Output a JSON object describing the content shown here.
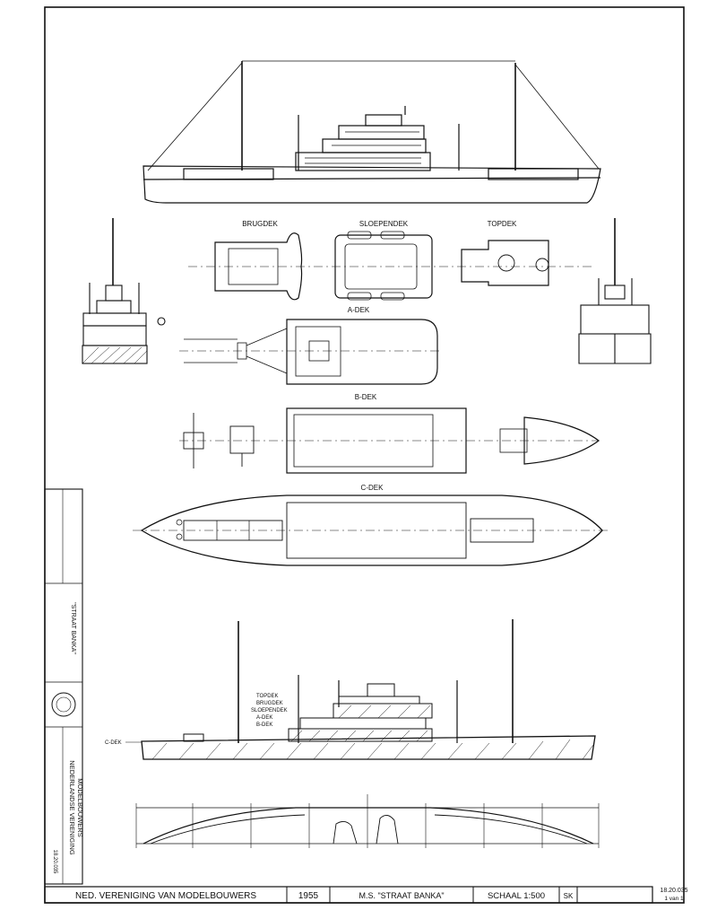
{
  "sheet": {
    "views": {
      "bridge_deck": "BRUGDEK",
      "sloependek": "SLOEPENDEK",
      "topdek": "TOPDEK",
      "a_dek": "A-DEK",
      "b_dek": "B-DEK",
      "c_dek": "C-DEK"
    },
    "profile_labels": {
      "topdek": "TOPDEK",
      "brugdek": "BRUGDEK",
      "sloependek": "SLOEPENDEK",
      "a_dek": "A-DEK",
      "b_dek": "B-DEK",
      "c_dek": "C-DEK"
    },
    "side_title_block": {
      "org_line1": "NEDERLANDSE VERENIGING",
      "org_line2": "MODELBOUWERS",
      "drawing_no": "18.20.035",
      "ship_name": "\"STRAAT BANKA\""
    },
    "title_block": {
      "association": "NED. VERENIGING VAN MODELBOUWERS",
      "year": "1955",
      "ship": "M.S. \"STRAAT BANKA\"",
      "scale": "SCHAAL 1:500",
      "logo_text": "SK"
    },
    "corner": {
      "number": "18.20.035",
      "sheet": "1 van 1"
    }
  }
}
